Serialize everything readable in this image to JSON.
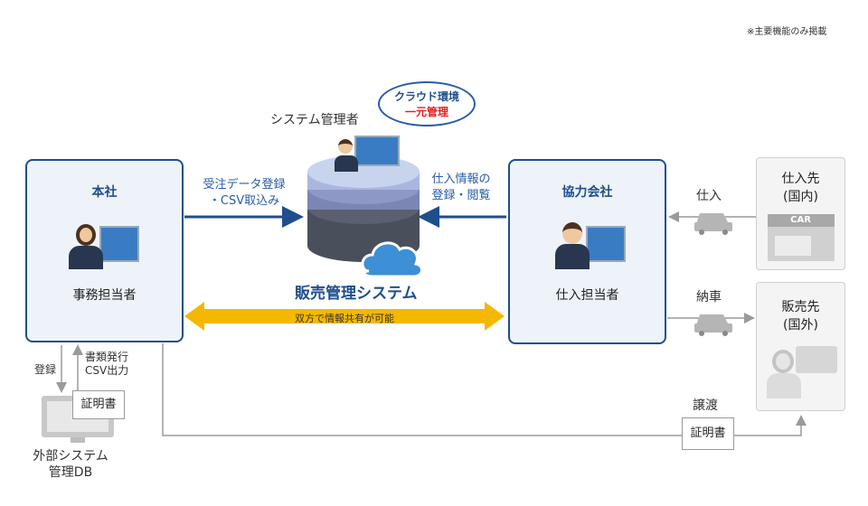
{
  "note": "※主要機能のみ掲載",
  "admin": {
    "label": "システム管理者",
    "bubble_line1": "クラウド環境",
    "bubble_line2": "一元管理"
  },
  "system": {
    "title": "販売管理システム"
  },
  "hq": {
    "title": "本社",
    "person": "事務担当者"
  },
  "partner": {
    "title": "協力会社",
    "person": "仕入担当者"
  },
  "flows": {
    "hq_to_system_line1": "受注データ登録",
    "hq_to_system_line2": "・CSV取込み",
    "partner_to_system_line1": "仕入情報の",
    "partner_to_system_line2": "登録・閲覧",
    "shared": "双方で情報共有が可能",
    "purchase": "仕入",
    "delivery": "納車",
    "register": "登録",
    "docs_line1": "書類発行",
    "docs_line2": "CSV出力",
    "transfer": "譲渡"
  },
  "supplier": {
    "line1": "仕入先",
    "line2": "(国内)",
    "sign": "CAR"
  },
  "buyer": {
    "line1": "販売先",
    "line2": "(国外)"
  },
  "external": {
    "line1": "外部システム",
    "line2": "管理DB",
    "doc": "証明書"
  },
  "certificate": "証明書",
  "colors": {
    "navy": "#1f4e8c",
    "yellow": "#f5b800",
    "gray": "#a0a0a0"
  }
}
